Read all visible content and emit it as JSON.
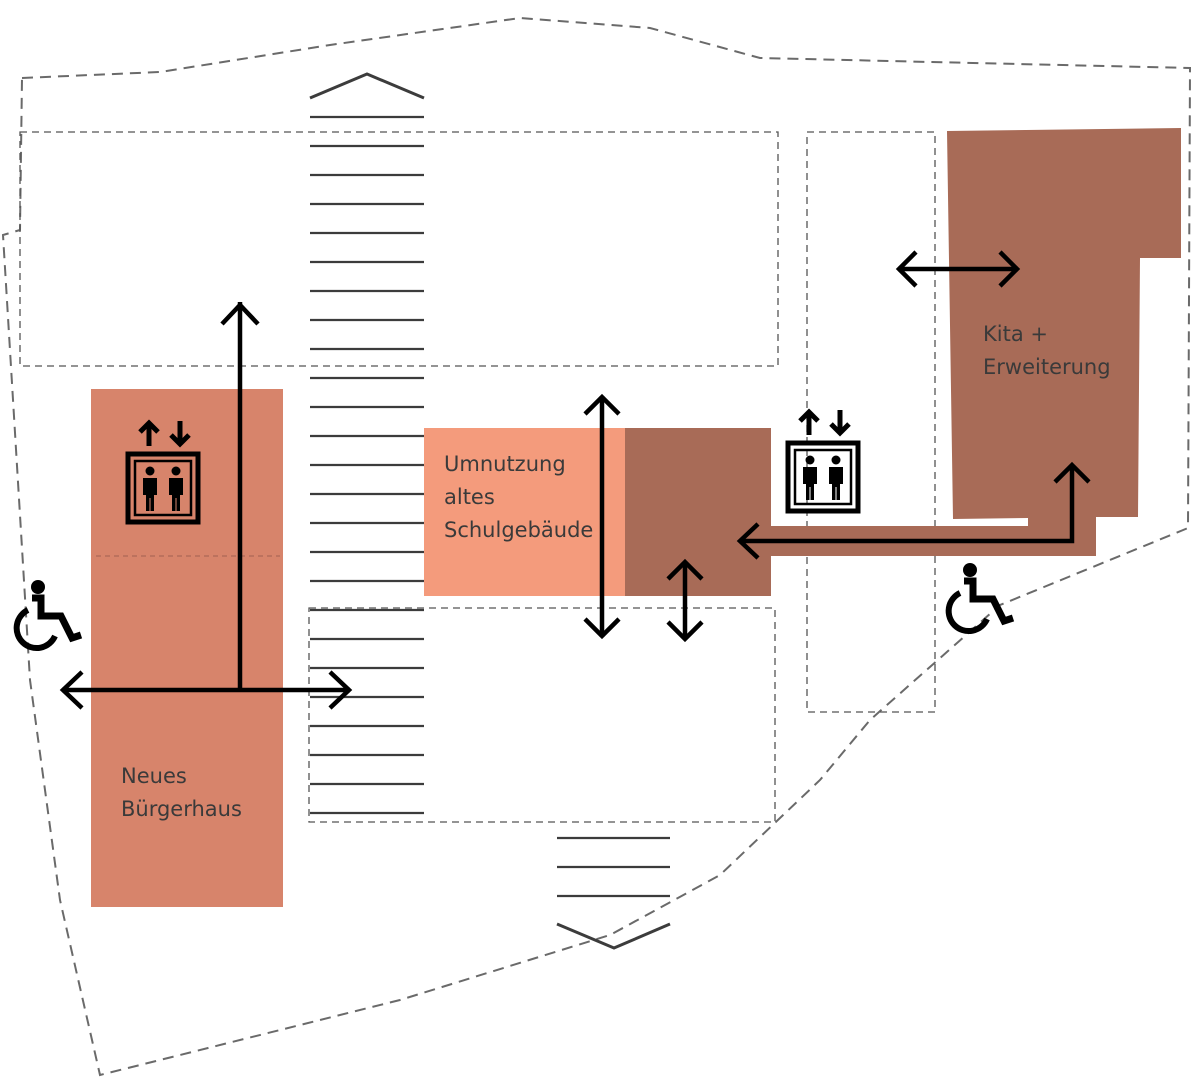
{
  "colors": {
    "new_building": "#d7846b",
    "old_school_conversion": "#f49b7c",
    "existing_building": "#a86b57",
    "boundary_line": "#6a6a6a",
    "zone_line": "#555555",
    "arrows": "#000000",
    "label_text": "#3a3a3a"
  },
  "buildings": {
    "buergerhaus": {
      "label_lines": [
        "Neues",
        "Bürgerhaus"
      ]
    },
    "schule": {
      "label_lines": [
        "Umnutzung",
        "altes",
        "Schulgebäude"
      ]
    },
    "kita": {
      "label_lines": [
        "Kita +",
        "Erweiterung"
      ]
    }
  },
  "icons": {
    "elevator": "elevator-icon",
    "wheelchair": "wheelchair-accessible-icon",
    "stairs": "stairs-icon"
  }
}
